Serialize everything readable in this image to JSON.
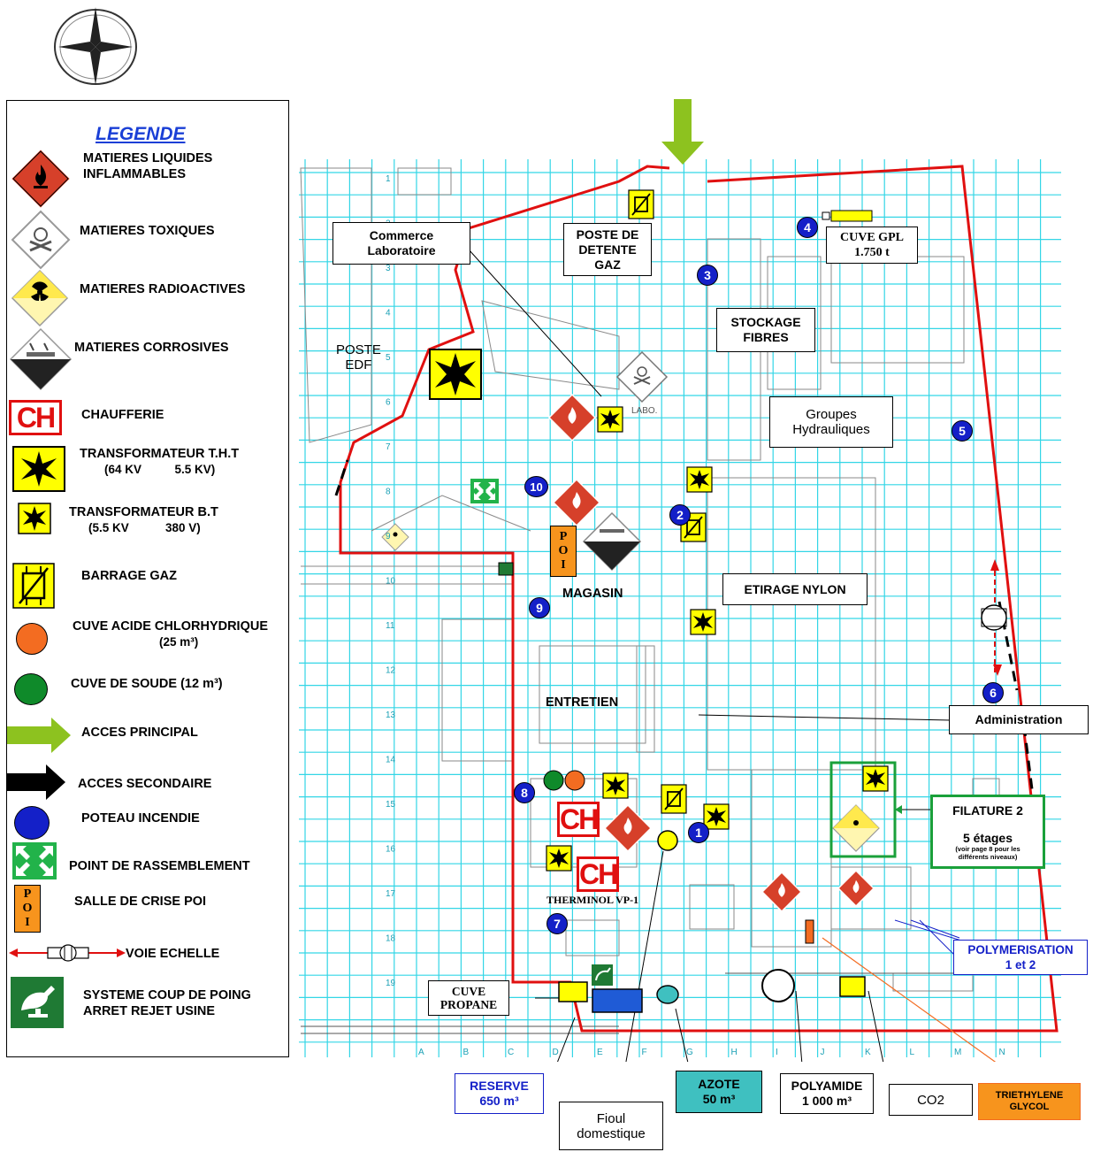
{
  "legend": {
    "title": "LEGENDE",
    "items": {
      "liquides": "MATIERES LIQUIDES\nINFLAMMABLES",
      "toxiques": "MATIERES TOXIQUES",
      "radioactives": "MATIERES RADIOACTIVES",
      "corrosives": "MATIERES CORROSIVES",
      "chaufferie": "CHAUFFERIE",
      "tht": "TRANSFORMATEUR T.H.T",
      "tht_sub": "(64 KV          5.5 KV)",
      "bt": "TRANSFORMATEUR B.T",
      "bt_sub": "(5.5 KV           380 V)",
      "barrage": "BARRAGE GAZ",
      "acide": "CUVE ACIDE CHLORHYDRIQUE",
      "acide_sub": "(25 m³)",
      "soude": "CUVE DE SOUDE (12 m³)",
      "acces_principal": "ACCES PRINCIPAL",
      "acces_secondaire": "ACCES SECONDAIRE",
      "poteau": "POTEAU INCENDIE",
      "rassemblement": "POINT DE RASSEMBLEMENT",
      "crise": "SALLE DE CRISE POI",
      "echelle": "VOIE ECHELLE",
      "coup_de_poing": "SYSTEME COUP DE POING\nARRET REJET USINE"
    },
    "ch_glyph": "CH",
    "poi_letters": [
      "P",
      "O",
      "I"
    ]
  },
  "map": {
    "boxes": {
      "commerce": "Commerce\nLaboratoire",
      "poste_detente": "POSTE DE\nDETENTE\nGAZ",
      "cuve_gpl": "CUVE GPL\n1.750 t",
      "stockage": "STOCKAGE\nFIBRES",
      "groupes": "Groupes\nHydrauliques",
      "etirage": "ETIRAGE NYLON",
      "administration": "Administration",
      "filature_title": "FILATURE 2",
      "filature_floors": "5 étages",
      "filature_note": "(voir page 8 pour les différents niveaux)",
      "polymerisation": "POLYMERISATION\n1 et 2",
      "cuve_propane": "CUVE\nPROPANE",
      "reserve": "RESERVE\n650 m³",
      "azote": "AZOTE\n50 m³",
      "polyamide": "POLYAMIDE\n1 000 m³",
      "co2": "CO2",
      "triethylene": "TRIETHYLENE\nGLYCOL",
      "fioul": "Fioul\ndomestique"
    },
    "labels": {
      "poste_edf": "POSTE\nEDF",
      "magasin": "MAGASIN",
      "entretien": "ENTRETIEN",
      "therminol": "THERMINOL VP-1",
      "labo": "LABO."
    },
    "hydrants": [
      "1",
      "2",
      "3",
      "4",
      "5",
      "6",
      "7",
      "8",
      "9",
      "10"
    ],
    "grid_rows": [
      "1",
      "2",
      "3",
      "4",
      "5",
      "6",
      "7",
      "8",
      "9",
      "10",
      "11",
      "12",
      "13",
      "14",
      "15",
      "16",
      "17",
      "18",
      "19"
    ],
    "grid_cols": [
      "A",
      "B",
      "C",
      "D",
      "E",
      "F",
      "G",
      "H",
      "I",
      "J",
      "K",
      "L",
      "M",
      "N"
    ]
  },
  "colors": {
    "grid": "#33d6e6",
    "boundary": "#e01010",
    "hydrant": "#1420c8",
    "arrow_green": "#8dc21f",
    "flammable": "#d6402a",
    "filature_border": "#1aa03a"
  }
}
